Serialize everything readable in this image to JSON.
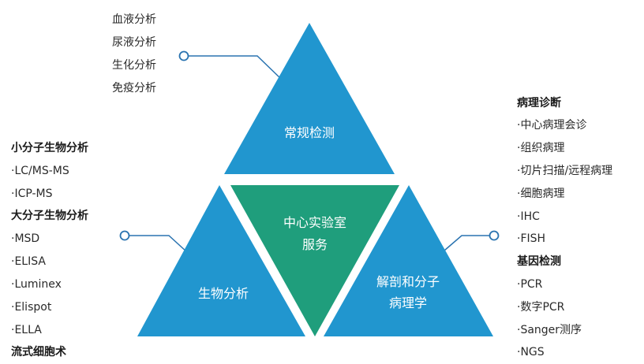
{
  "colors": {
    "blue": "#2196cf",
    "teal": "#1f9e7c",
    "line": "#2a73b0",
    "text": "#222222"
  },
  "triangles": {
    "top": {
      "label": "常规检测"
    },
    "left": {
      "label": "生物分析"
    },
    "center": {
      "line1": "中心实验室",
      "line2": "服务"
    },
    "right": {
      "line1": "解剖和分子",
      "line2": "病理学"
    }
  },
  "top_list": {
    "items": [
      "血液分析",
      "尿液分析",
      "生化分析",
      "免疫分析"
    ]
  },
  "left_list": {
    "group1_title": "小分子生物分析",
    "group1_items": [
      "·LC/MS-MS",
      "·ICP-MS"
    ],
    "group2_title": "大分子生物分析",
    "group2_items": [
      "·MSD",
      "·ELISA",
      "·Luminex",
      "·Elispot",
      "·ELLA"
    ],
    "group3_title": "流式细胞术"
  },
  "right_list": {
    "group1_title": "病理诊断",
    "group1_items": [
      "·中心病理会诊",
      "·组织病理",
      "·切片扫描/远程病理",
      "·细胞病理",
      "·IHC",
      "·FISH"
    ],
    "group2_title": "基因检测",
    "group2_items": [
      "·PCR",
      "·数字PCR",
      "·Sanger测序",
      "·NGS"
    ]
  }
}
